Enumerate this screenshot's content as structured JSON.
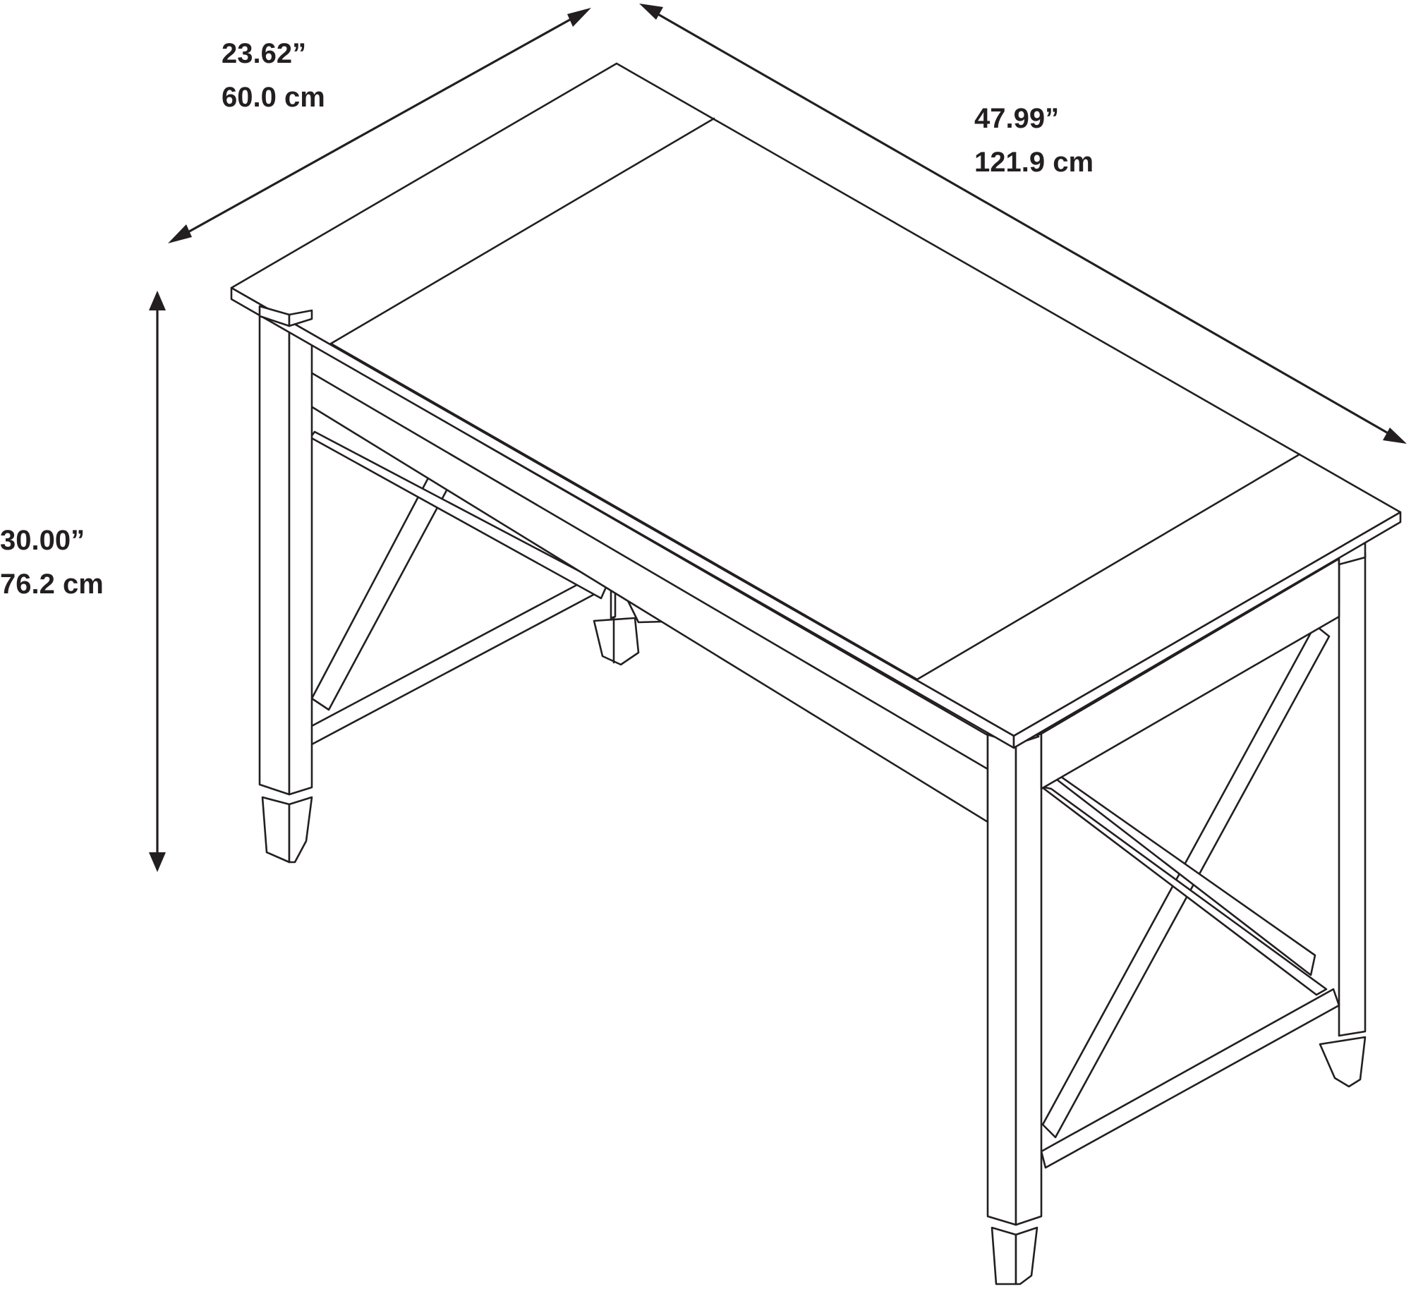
{
  "dimensions": {
    "depth": {
      "inches": "23.62”",
      "cm": "60.0 cm"
    },
    "width": {
      "inches": "47.99”",
      "cm": "121.9 cm"
    },
    "height": {
      "inches": "30.00”",
      "cm": "76.2 cm"
    }
  },
  "colors": {
    "line": "#231f20",
    "background": "#ffffff"
  }
}
